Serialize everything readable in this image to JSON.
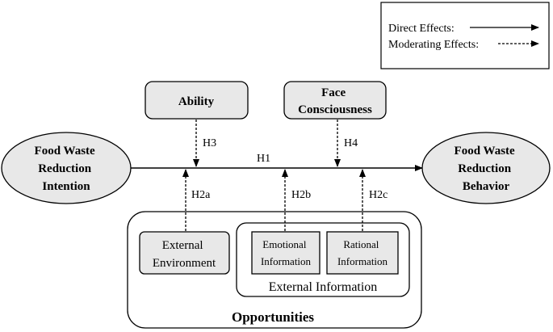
{
  "legend": {
    "direct_label": "Direct Effects:",
    "moderating_label": "Moderating Effects:"
  },
  "nodes": {
    "intention": [
      "Food Waste",
      "Reduction",
      "Intention"
    ],
    "behavior": [
      "Food Waste",
      "Reduction",
      "Behavior"
    ],
    "ability": "Ability",
    "face": [
      "Face",
      "Consciousness"
    ],
    "external_environment": [
      "External",
      "Environment"
    ],
    "emotional_information": [
      "Emotional",
      "Information"
    ],
    "rational_information": [
      "Rational",
      "Information"
    ],
    "external_information": "External Information",
    "opportunities": "Opportunities"
  },
  "hypotheses": {
    "h1": "H1",
    "h2a": "H2a",
    "h2b": "H2b",
    "h2c": "H2c",
    "h3": "H3",
    "h4": "H4"
  },
  "colors": {
    "box_fill": "#e8e8e8",
    "stroke": "#000000"
  }
}
